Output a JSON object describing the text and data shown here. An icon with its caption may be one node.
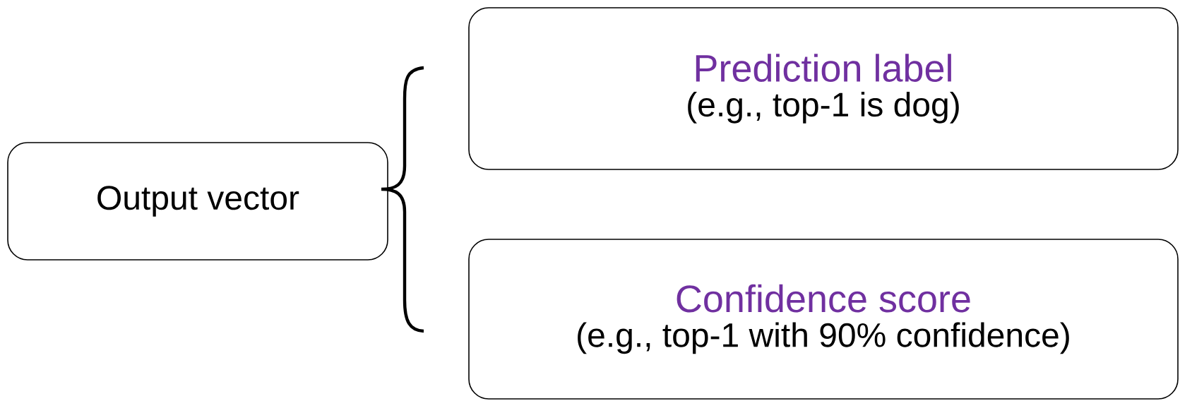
{
  "diagram": {
    "nodes": [
      {
        "text": [
          "Output vector"
        ]
      },
      {
        "text": [
          "Prediction label",
          "(e.g., top-1 is dog)"
        ]
      },
      {
        "text": [
          "Confidence score",
          "(e.g., top-1 with 90% confidence)"
        ]
      }
    ]
  }
}
